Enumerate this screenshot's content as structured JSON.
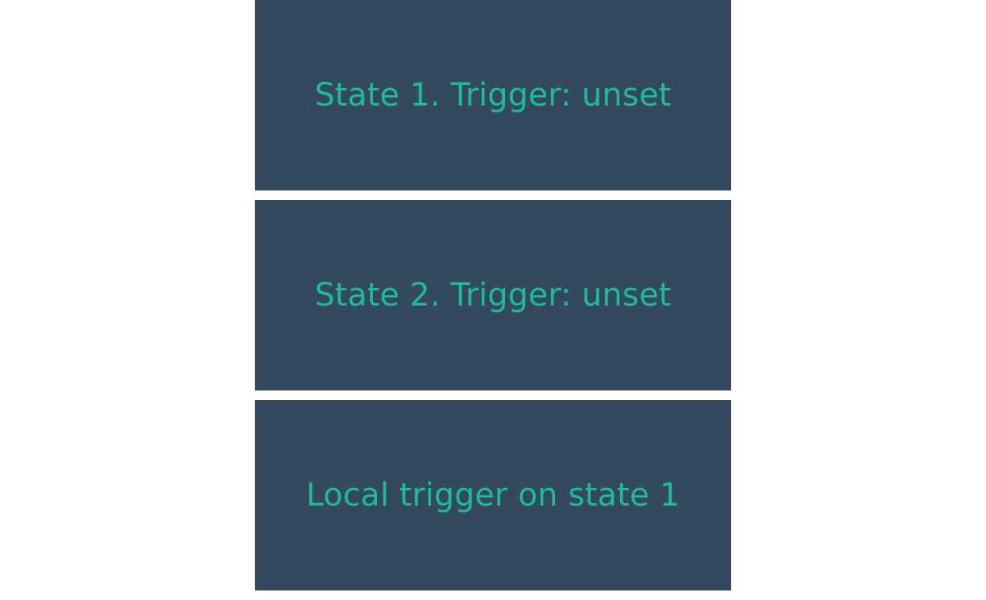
{
  "panels": [
    {
      "label": "State 1. Trigger: unset"
    },
    {
      "label": "State 2. Trigger: unset"
    },
    {
      "label": "Local trigger on state 1"
    }
  ],
  "colors": {
    "background": "#ffffff",
    "panel": "#34495e",
    "text": "#1abc9c"
  }
}
